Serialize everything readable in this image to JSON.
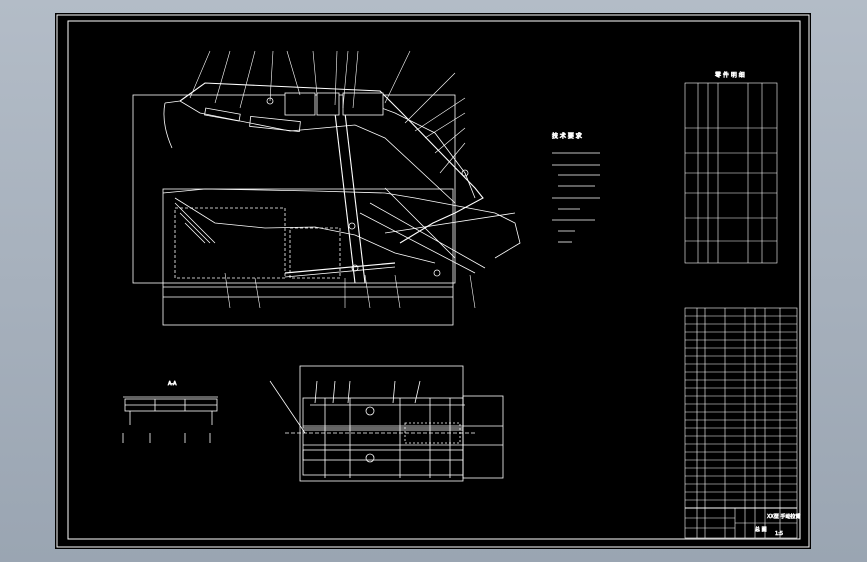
{
  "colors": {
    "background": "#a3adb9",
    "sheet": "#000000",
    "lines": "#ffffff"
  },
  "table_top": {
    "title": "零 件 明 细"
  },
  "notes": {
    "title": "技 术 要 求"
  },
  "section_label": "A-A",
  "title_block": {
    "drawing_name": "XX型 手动拉臂",
    "sub_name": "总 图",
    "scale": "1:5"
  }
}
